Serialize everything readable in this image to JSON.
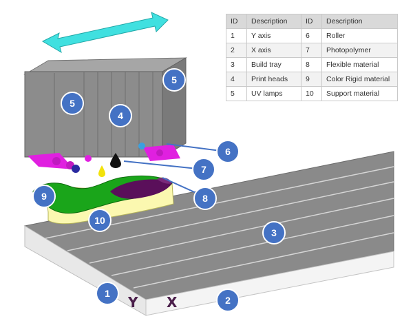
{
  "legend": {
    "headers": [
      "ID",
      "Description",
      "ID",
      "Description"
    ],
    "rows": [
      [
        "1",
        "Y axis",
        "6",
        "Roller"
      ],
      [
        "2",
        "X axis",
        "7",
        "Photopolymer"
      ],
      [
        "3",
        "Build tray",
        "8",
        "Flexible material"
      ],
      [
        "4",
        "Print heads",
        "9",
        "Color Rigid material"
      ],
      [
        "5",
        "UV lamps",
        "10",
        "Support material"
      ]
    ]
  },
  "callouts": {
    "one": "1",
    "two": "2",
    "three": "3",
    "four": "4",
    "five_left": "5",
    "five_right": "5",
    "six": "6",
    "seven": "7",
    "eight": "8",
    "nine": "9",
    "ten": "10"
  },
  "axis_labels": {
    "y": "Y",
    "x": "X"
  },
  "colors": {
    "callout_fill": "#4472c4",
    "arrow": "#40e0e0",
    "print_block": "#8c8c8c",
    "tray_top": "#8a8a8a",
    "tray_edge": "#f2f2f2",
    "rigid_material": "#1aa51a",
    "flexible_material": "#5a0f5a",
    "support_material": "#fbf8b0",
    "roller_magenta": "#e020e0",
    "axis_text": "#4a1e4a"
  },
  "icons": [
    "double-arrow-icon",
    "ink-drop-icon"
  ]
}
